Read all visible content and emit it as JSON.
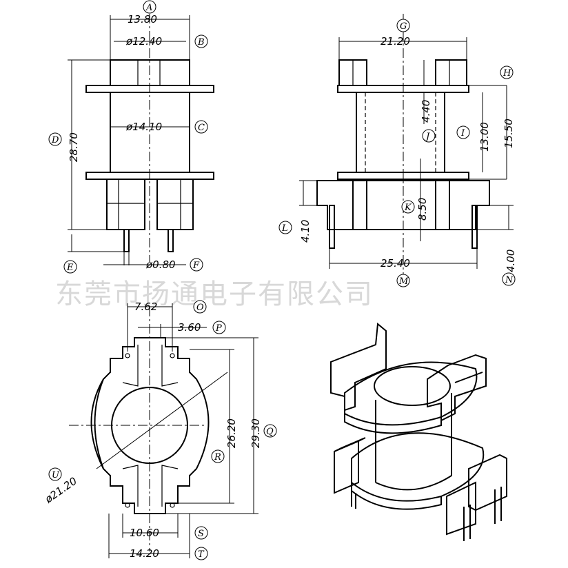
{
  "watermark": "东莞市扬通电子有限公司",
  "dimensions": {
    "A": "13.80",
    "B": "ø12.40",
    "C": "ø14.10",
    "D": "28.70",
    "E": "",
    "F": "ø0.80",
    "G": "21.20",
    "H": "",
    "I": "13.00",
    "J": "4.40",
    "K": "8.50",
    "L": "4.10",
    "M": "25.40",
    "N": "4.00",
    "O": "7.62",
    "P": "3.60",
    "Q": "29.30",
    "R": "26.20",
    "S": "10.60",
    "T": "14.20",
    "U": "ø21.20",
    "H2": "15.50"
  },
  "labels": [
    "A",
    "B",
    "C",
    "D",
    "E",
    "F",
    "G",
    "H",
    "I",
    "J",
    "K",
    "L",
    "M",
    "N",
    "O",
    "P",
    "Q",
    "R",
    "S",
    "T",
    "U"
  ]
}
